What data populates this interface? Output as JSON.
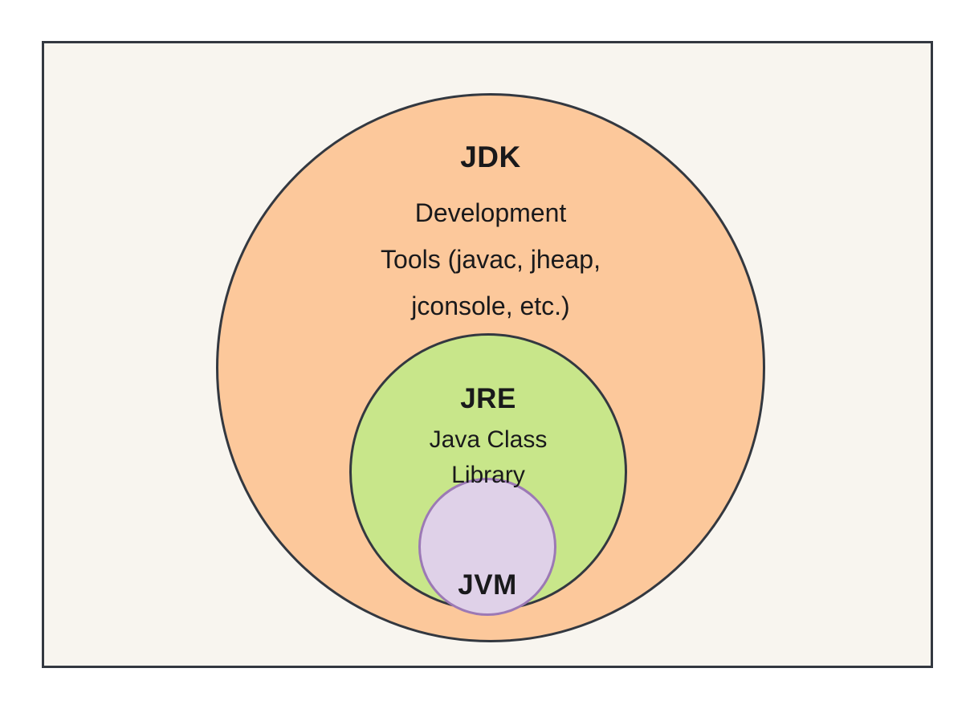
{
  "diagram": {
    "type": "venn-nested-circles",
    "background_color": "#ffffff",
    "frame": {
      "fill_color": "#f8f5ef",
      "border_color": "#333840"
    },
    "layers": [
      {
        "key": "jdk",
        "title": "JDK",
        "fill_color": "#fcc89b",
        "border_color": "#333840",
        "body_lines": [
          "Development",
          "Tools (javac, jheap,",
          "jconsole, etc.)"
        ]
      },
      {
        "key": "jre",
        "title": "JRE",
        "fill_color": "#c8e68a",
        "border_color": "#333840",
        "body_lines": [
          "Java Class",
          "Library"
        ]
      },
      {
        "key": "jvm",
        "title": "JVM",
        "fill_color": "#dfd1e8",
        "border_color": "#9c79b5",
        "body_lines": []
      }
    ]
  }
}
